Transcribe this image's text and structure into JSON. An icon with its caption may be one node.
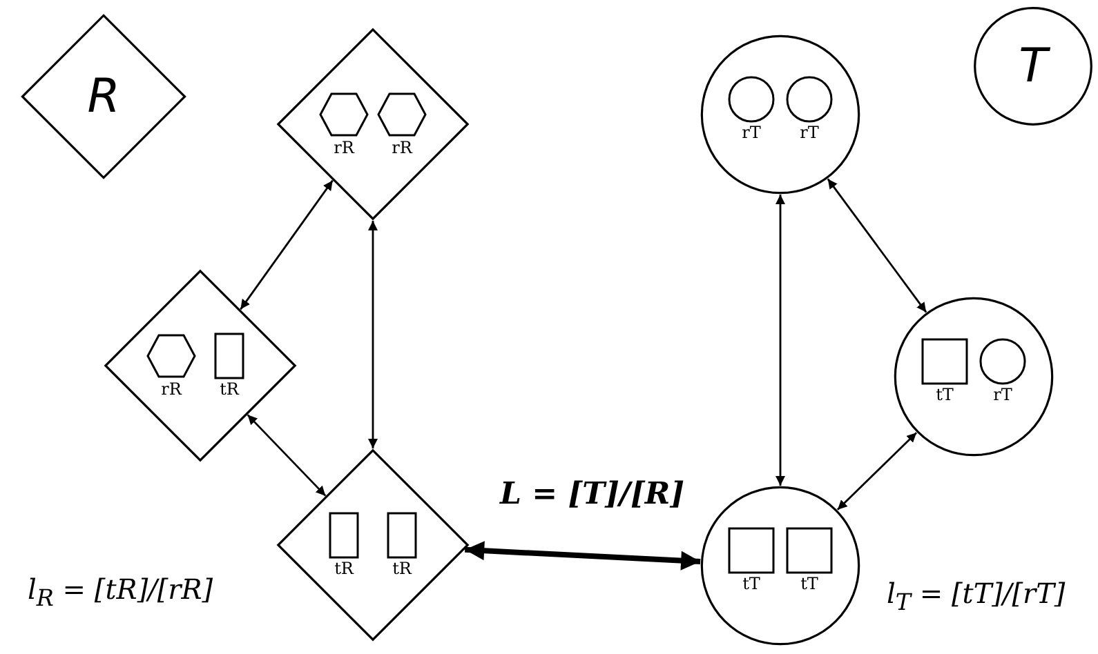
{
  "diagram": {
    "nodes": [
      {
        "text": [
          "R"
        ]
      },
      {
        "text": [
          "T"
        ]
      },
      {
        "text": [],
        "shape": "diamond"
      },
      {
        "text": [
          "rR"
        ],
        "in": 2
      },
      {
        "text": [
          "rR"
        ],
        "in": 2
      },
      {
        "text": [],
        "shape": "diamond"
      },
      {
        "text": [
          "rR"
        ],
        "in": 5
      },
      {
        "text": [
          "tR"
        ],
        "in": 5
      },
      {
        "text": [],
        "shape": "diamond"
      },
      {
        "text": [
          "tR"
        ],
        "in": 8
      },
      {
        "text": [
          "tR"
        ],
        "in": 8
      },
      {
        "text": [],
        "shape": "circle"
      },
      {
        "text": [
          "rT"
        ],
        "in": 11
      },
      {
        "text": [
          "rT"
        ],
        "in": 11
      },
      {
        "text": [],
        "shape": "circle"
      },
      {
        "text": [
          "tT"
        ],
        "in": 14
      },
      {
        "text": [
          "rT"
        ],
        "in": 14
      },
      {
        "text": [],
        "shape": "circle"
      },
      {
        "text": [
          "tT"
        ],
        "in": 17
      },
      {
        "text": [
          "tT"
        ],
        "in": 17
      }
    ],
    "edges": [
      {
        "from": 2,
        "to": 5,
        "arrow": "both"
      },
      {
        "from": 2,
        "to": 8,
        "arrow": "both"
      },
      {
        "from": 5,
        "to": 8,
        "arrow": "both"
      },
      {
        "from": 11,
        "to": 14,
        "arrow": "both"
      },
      {
        "from": 11,
        "to": 17,
        "arrow": "both"
      },
      {
        "from": 14,
        "to": 17,
        "arrow": "both"
      },
      {
        "from": 8,
        "to": 17,
        "arrow": "both",
        "style": "thick",
        "label": "L = [T]/[R]"
      }
    ],
    "labels": [
      "l$_{R}$ = [tR]/[rR]",
      "l$_{T}$ = [tT]/[rT]"
    ]
  }
}
